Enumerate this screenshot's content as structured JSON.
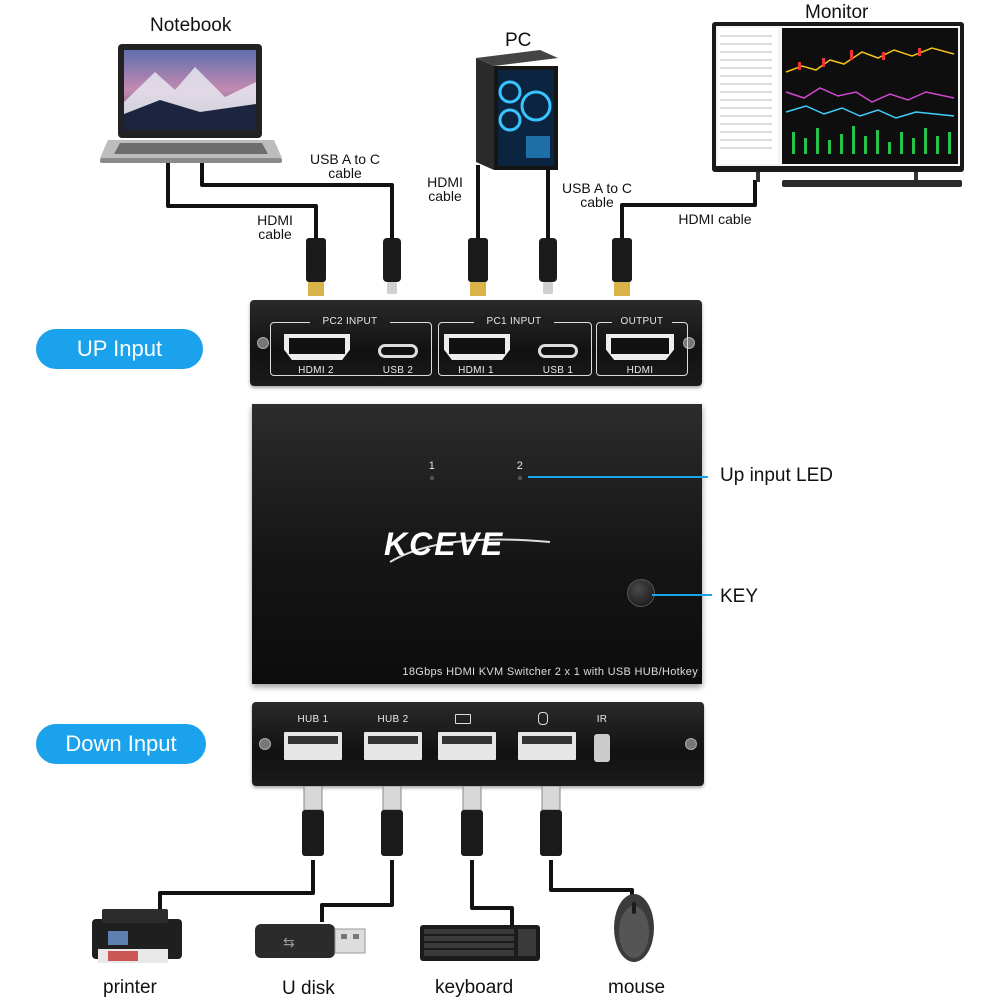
{
  "devices_top": {
    "notebook": "Notebook",
    "pc": "PC",
    "monitor": "Monitor"
  },
  "cables": {
    "notebook_hdmi": "HDMI\ncable",
    "notebook_usb": "USB A to C\ncable",
    "pc_hdmi": "HDMI\ncable",
    "pc_usb": "USB A to C\ncable",
    "monitor_hdmi": "HDMI cable"
  },
  "pills": {
    "up": "UP Input",
    "down": "Down Input"
  },
  "up_panel": {
    "group_pc2": "PC2 INPUT",
    "group_pc1": "PC1 INPUT",
    "group_output": "OUTPUT",
    "port_hdmi2": "HDMI 2",
    "port_usb2": "USB 2",
    "port_hdmi1": "HDMI 1",
    "port_usb1": "USB 1",
    "port_hdmi_out": "HDMI"
  },
  "main_box": {
    "led_1": "1",
    "led_2": "2",
    "brand": "KCEVE",
    "caption": "18Gbps HDMI KVM Switcher 2 x 1 with USB HUB/Hotkey"
  },
  "annotations": {
    "led": "Up input LED",
    "key": "KEY"
  },
  "down_panel": {
    "hub1": "HUB 1",
    "hub2": "HUB 2",
    "ir": "IR"
  },
  "peripherals": {
    "printer": "printer",
    "udisk": "U disk",
    "keyboard": "keyboard",
    "mouse": "mouse"
  },
  "colors": {
    "accent": "#1aa3ec",
    "panel": "#1a1a1a",
    "cable": "#111111"
  }
}
